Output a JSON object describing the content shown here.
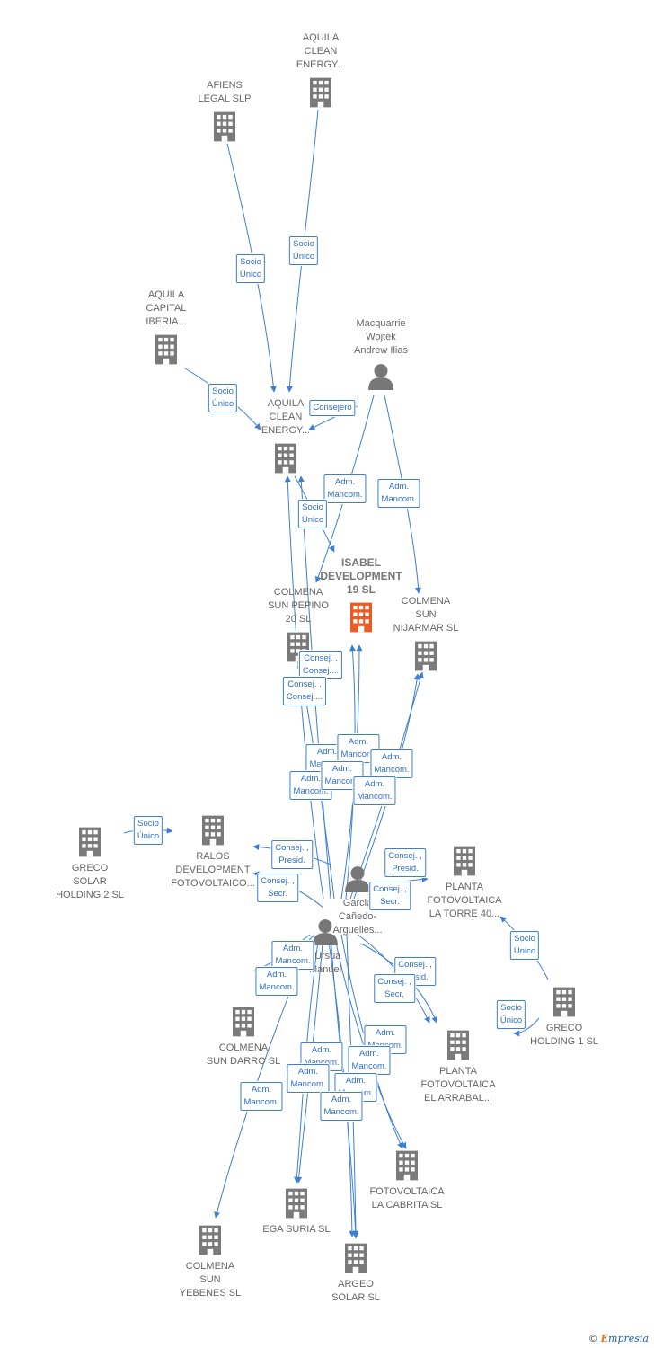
{
  "colors": {
    "edge": "#3d7fd3",
    "company": "#7a7a7a",
    "focus": "#ee5a24",
    "person": "#777777"
  },
  "nodes": [
    {
      "id": "afiens",
      "label": "AFIENS\nLEGAL  SLP",
      "type": "company"
    },
    {
      "id": "aquila_top",
      "label": "AQUILA\nCLEAN\nENERGY...",
      "type": "company"
    },
    {
      "id": "aquila_capital",
      "label": "AQUILA\nCAPITAL\nIBERIA...",
      "type": "company"
    },
    {
      "id": "macquarrie",
      "label": "Macquarrie\nWojtek\nAndrew Ilias",
      "type": "person"
    },
    {
      "id": "aquila_mid",
      "label": "AQUILA\nCLEAN\nENERGY...",
      "type": "company"
    },
    {
      "id": "isabel",
      "label": "ISABEL\nDEVELOPMENT\n19  SL",
      "type": "focus"
    },
    {
      "id": "colmena_pepino",
      "label": "COLMENA\nSUN PEPINO\n20  SL",
      "type": "company"
    },
    {
      "id": "colmena_nijarmar",
      "label": "COLMENA\nSUN\nNIJARMAR  SL",
      "type": "company"
    },
    {
      "id": "greco2",
      "label": "GRECO\nSOLAR\nHOLDING 2  SL",
      "type": "company"
    },
    {
      "id": "ralos",
      "label": "RALOS\nDEVELOPMENT\nFOTOVOLTAICO...",
      "type": "company"
    },
    {
      "id": "garcia",
      "label": "Garcia\nCañedo-\nArguelles...",
      "type": "person"
    },
    {
      "id": "ursua",
      "label": "l Ursua\nManuel",
      "type": "person"
    },
    {
      "id": "planta_torre",
      "label": "PLANTA\nFOTOVOLTAICA\nLA TORRE 40...",
      "type": "company"
    },
    {
      "id": "greco1",
      "label": "GRECO\nHOLDING 1  SL",
      "type": "company"
    },
    {
      "id": "colmena_darro",
      "label": "COLMENA\nSUN DARRO  SL",
      "type": "company"
    },
    {
      "id": "planta_arrabal",
      "label": "PLANTA\nFOTOVOLTAICA\nEL ARRABAL...",
      "type": "company"
    },
    {
      "id": "cabrita",
      "label": "FOTOVOLTAICA\nLA CABRITA  SL",
      "type": "company"
    },
    {
      "id": "ega",
      "label": "EGA SURIA  SL",
      "type": "company"
    },
    {
      "id": "yebenes",
      "label": "COLMENA\nSUN\nYEBENES  SL",
      "type": "company"
    },
    {
      "id": "argeo",
      "label": "ARGEO\nSOLAR  SL",
      "type": "company"
    }
  ],
  "relations": [
    {
      "id": "r1",
      "label": "Socio\nÚnico"
    },
    {
      "id": "r2",
      "label": "Socio\nÚnico"
    },
    {
      "id": "r3",
      "label": "Socio\nÚnico"
    },
    {
      "id": "r4",
      "label": "Consejero"
    },
    {
      "id": "r5",
      "label": "Adm.\nMancom."
    },
    {
      "id": "r6",
      "label": "Adm.\nMancom."
    },
    {
      "id": "r7",
      "label": "Socio\nÚnico"
    },
    {
      "id": "r8",
      "label": "Consej. ,\nConsej...."
    },
    {
      "id": "r9",
      "label": "Consej. ,\nConsej...."
    },
    {
      "id": "r10",
      "label": "Adm.\nMancom."
    },
    {
      "id": "r11",
      "label": "Adm.\nMancom."
    },
    {
      "id": "r12",
      "label": "Adm.\nMancom."
    },
    {
      "id": "r13",
      "label": "Adm.\nMancom."
    },
    {
      "id": "r14",
      "label": "Adm.\nMancom."
    },
    {
      "id": "r15",
      "label": "Adm.\nMancom."
    },
    {
      "id": "r16",
      "label": "Socio\nÚnico"
    },
    {
      "id": "r17",
      "label": "Consej. ,\nPresid."
    },
    {
      "id": "r18",
      "label": "Consej. ,\nSecr."
    },
    {
      "id": "r19",
      "label": "Consej. ,\nPresid."
    },
    {
      "id": "r20",
      "label": "Consej. ,\nSecr."
    },
    {
      "id": "r21",
      "label": "Socio\nÚnico"
    },
    {
      "id": "r22",
      "label": "Socio\nÚnico"
    },
    {
      "id": "r23",
      "label": "Adm.\nMancom."
    },
    {
      "id": "r24",
      "label": "Adm.\nMancom."
    },
    {
      "id": "r25",
      "label": "Consej. ,\nPresid."
    },
    {
      "id": "r26",
      "label": "Consej. ,\nSecr."
    },
    {
      "id": "r27",
      "label": "Adm.\nMancom."
    },
    {
      "id": "r28",
      "label": "Adm.\nMancom."
    },
    {
      "id": "r29",
      "label": "Adm.\nMancom."
    },
    {
      "id": "r30",
      "label": "Adm.\nMancom."
    },
    {
      "id": "r31",
      "label": "Adm.\nMancom."
    },
    {
      "id": "r32",
      "label": "Adm.\nMancom."
    },
    {
      "id": "r33",
      "label": "Adm.\nMancom."
    }
  ],
  "footer": {
    "copyright": "©",
    "brand_first": "E",
    "brand_rest": "mpresia"
  }
}
